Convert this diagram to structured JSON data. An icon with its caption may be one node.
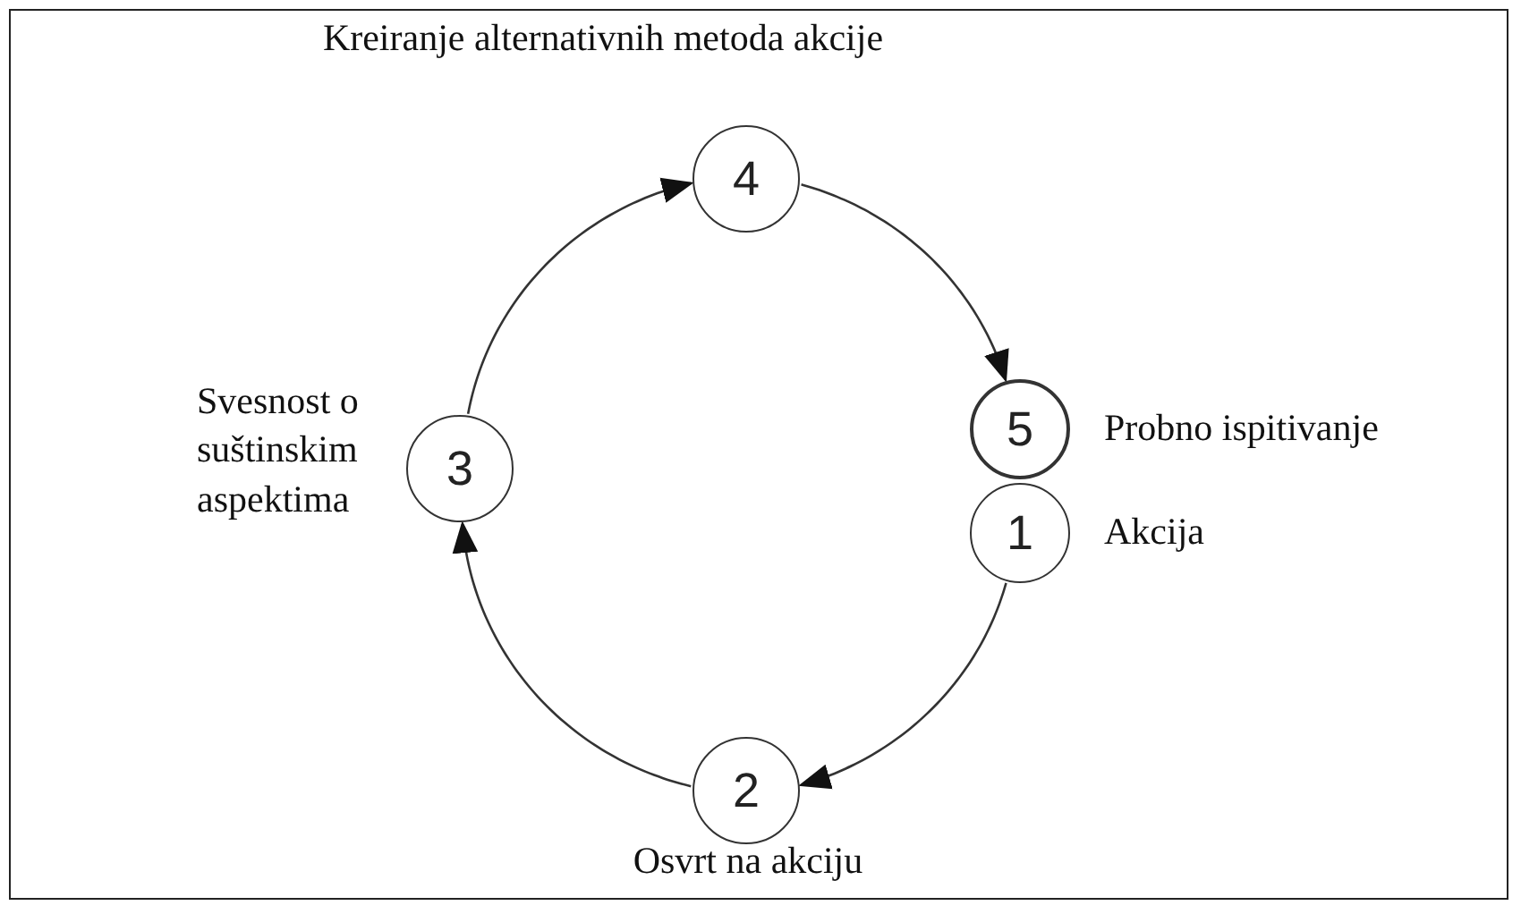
{
  "diagram": {
    "nodes": [
      {
        "text": [
          "4"
        ],
        "beside": [
          "Kreiranje alternativnih metoda akcije"
        ]
      },
      {
        "text": [
          "5"
        ],
        "beside": [
          "Probno ispitivanje"
        ]
      },
      {
        "text": [
          "3"
        ],
        "beside": [
          "Svesnost o suštinskim aspektima"
        ]
      },
      {
        "text": [
          "1"
        ],
        "beside": [
          "Akcija"
        ]
      },
      {
        "text": [
          "2"
        ],
        "beside": [
          "Osvrt na akciju"
        ]
      }
    ],
    "edges": [
      {
        "from": 3,
        "to": 4,
        "arrow": "to"
      },
      {
        "from": 4,
        "to": 2,
        "arrow": "to"
      },
      {
        "from": 2,
        "to": 0,
        "arrow": "to"
      },
      {
        "from": 0,
        "to": 1,
        "arrow": "to"
      }
    ]
  }
}
